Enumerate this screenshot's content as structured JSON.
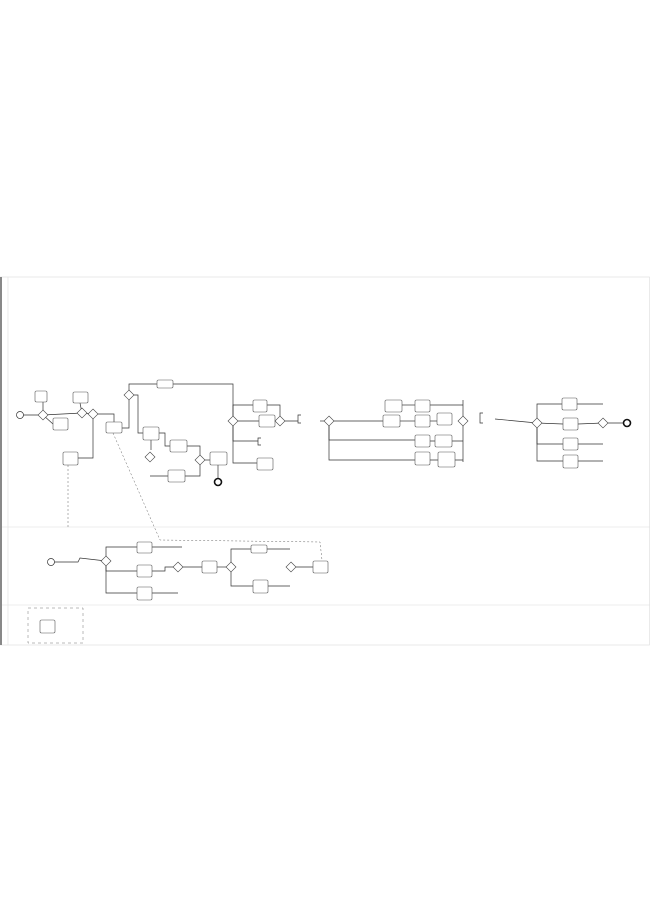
{
  "diagram": {
    "type": "bpmn-collaboration",
    "lanes": [
      "lane-1",
      "lane-2",
      "lane-3"
    ],
    "colors": {
      "stroke": "#333333",
      "lane_border": "#dddddd",
      "background": "#ffffff"
    }
  }
}
